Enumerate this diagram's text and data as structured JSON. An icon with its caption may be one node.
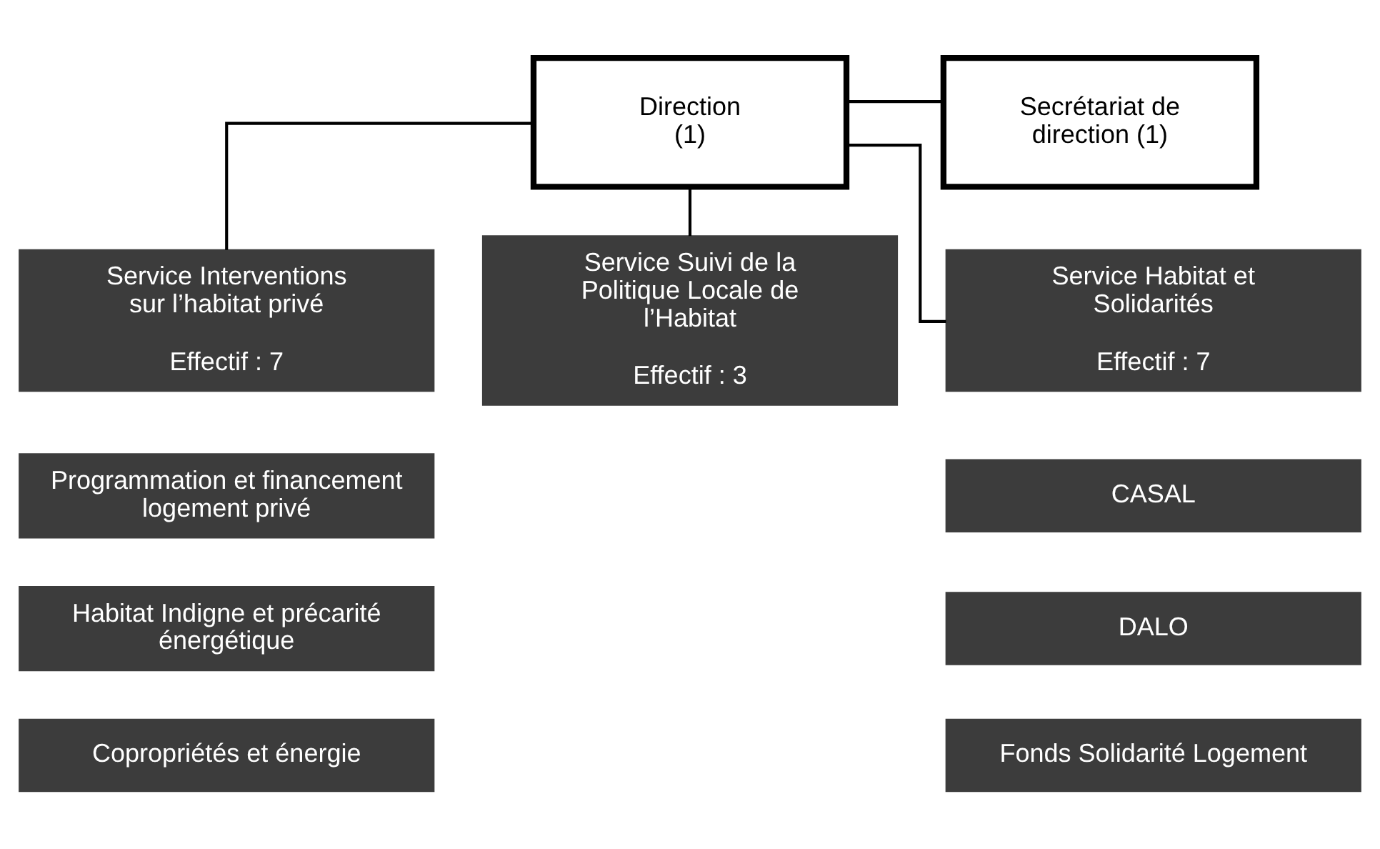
{
  "diagram": {
    "nodes": [
      {
        "text": [
          "Direction (1)"
        ]
      },
      {
        "text": [
          "Secrétariat de direction (1)"
        ]
      },
      {
        "text": [
          "Service Interventions sur l’habitat privé",
          "Effectif : 7"
        ]
      },
      {
        "text": [
          "Service Suivi de la Politique Locale de l’Habitat",
          "Effectif : 3"
        ]
      },
      {
        "text": [
          "Service Habitat et Solidarités",
          "Effectif : 7"
        ]
      },
      {
        "text": [
          "Programmation et financement logement privé"
        ]
      },
      {
        "text": [
          "Habitat Indigne et précarité énergétique"
        ]
      },
      {
        "text": [
          "Copropriétés et énergie"
        ]
      },
      {
        "text": [
          "CASAL"
        ]
      },
      {
        "text": [
          "DALO"
        ]
      },
      {
        "text": [
          "Fonds Solidarité Logement"
        ]
      }
    ],
    "edges": [
      {
        "from": 0,
        "to": 1,
        "arrow": "none"
      },
      {
        "from": 0,
        "to": 2,
        "arrow": "none"
      },
      {
        "from": 0,
        "to": 3,
        "arrow": "none"
      },
      {
        "from": 0,
        "to": 4,
        "arrow": "none"
      }
    ]
  }
}
